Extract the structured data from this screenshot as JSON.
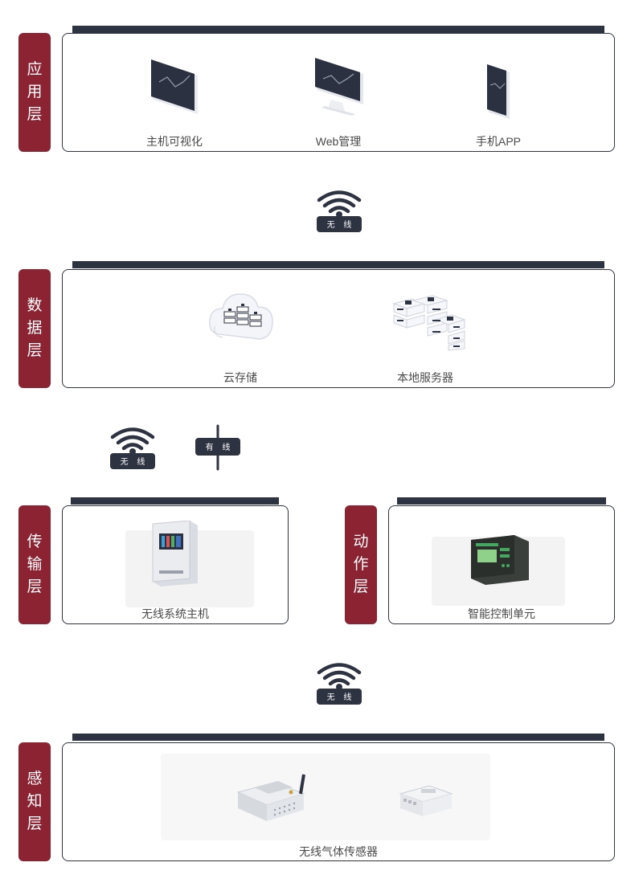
{
  "layers": {
    "application": {
      "tag": [
        "应",
        "用",
        "层"
      ],
      "items": [
        "主机可视化",
        "Web管理",
        "手机APP"
      ]
    },
    "data": {
      "tag": [
        "数",
        "据",
        "层"
      ],
      "items": [
        "云存储",
        "本地服务器"
      ]
    },
    "transport": {
      "tag": [
        "传",
        "输",
        "层"
      ],
      "items": [
        "无线系统主机"
      ]
    },
    "action": {
      "tag": [
        "动",
        "作",
        "层"
      ],
      "items": [
        "智能控制单元"
      ]
    },
    "perception": {
      "tag": [
        "感",
        "知",
        "层"
      ],
      "items": [
        "无线气体传感器"
      ]
    }
  },
  "connectors": {
    "wireless_label": "无 线",
    "wired_label": "有 线"
  },
  "colors": {
    "tag_bg": "#8b2332",
    "bar_dark": "#2e3342",
    "panel_border": "#2e3342"
  }
}
